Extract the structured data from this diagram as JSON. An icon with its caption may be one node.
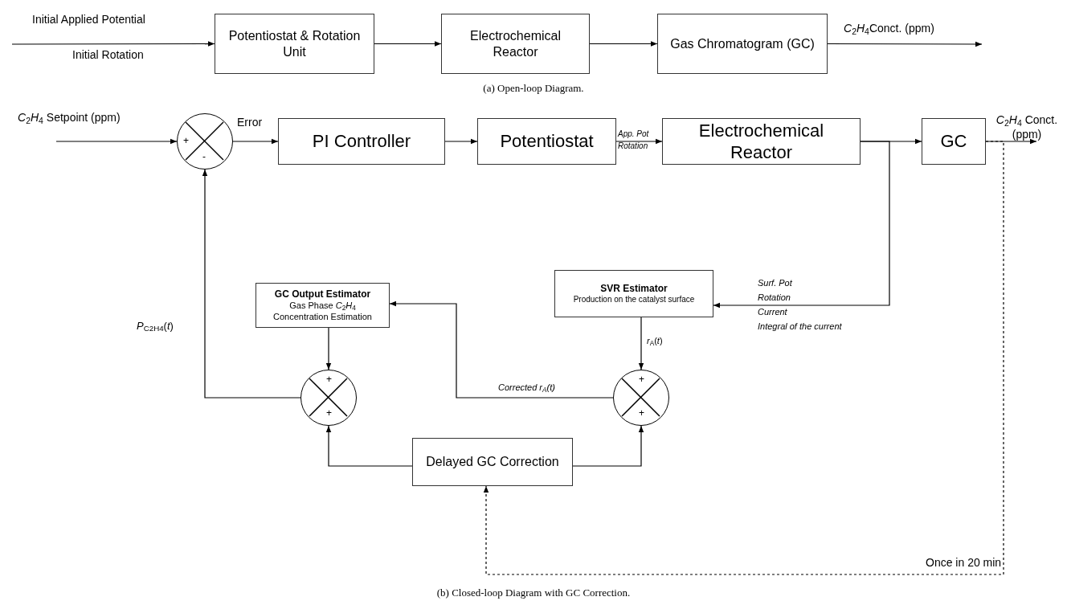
{
  "diagram": {
    "nodes": [
      {
        "text": [
          "Potentiostat & Rotation Unit"
        ]
      },
      {
        "text": [
          "Electrochemical Reactor"
        ]
      },
      {
        "text": [
          "Gas Chromatogram (GC)"
        ]
      },
      {
        "text": [
          "+",
          "-"
        ]
      },
      {
        "text": [
          "PI Controller"
        ]
      },
      {
        "text": [
          "Potentiostat"
        ]
      },
      {
        "text": [
          "Electrochemical Reactor"
        ]
      },
      {
        "text": [
          "GC"
        ]
      },
      {
        "text": [
          "GC Output Estimator",
          "Gas Phase *C*$_{2}$*H*$_{4}$ Concentration Estimation"
        ]
      },
      {
        "text": [
          "SVR Estimator",
          "Production on  the catalyst surface"
        ]
      },
      {
        "text": [
          "+",
          "+"
        ]
      },
      {
        "text": [
          "+",
          "+"
        ]
      },
      {
        "text": [
          "Delayed GC Correction"
        ]
      }
    ],
    "edges": [
      {
        "from": null,
        "to": 0,
        "arrow": "to",
        "label": "Initial Applied Potential"
      },
      {
        "from": 0,
        "to": 1,
        "arrow": "to"
      },
      {
        "from": 1,
        "to": 2,
        "arrow": "to"
      },
      {
        "from": 2,
        "to": null,
        "arrow": "to",
        "label": "*C*$_{2}$*H*$_{4}$Conct. (ppm)"
      },
      {
        "from": null,
        "to": 3,
        "arrow": "to",
        "label": "*C*$_{2}$*H*$_{4}$ Setpoint (ppm)"
      },
      {
        "from": 3,
        "to": 4,
        "arrow": "to",
        "label": "Error"
      },
      {
        "from": 4,
        "to": 5,
        "arrow": "to"
      },
      {
        "from": 5,
        "to": 6,
        "arrow": "to",
        "label": "App. Pot"
      },
      {
        "from": 6,
        "to": 7,
        "arrow": "to"
      },
      {
        "from": 7,
        "to": null,
        "arrow": "to",
        "label": "*C*$_{2}$*H*$_{4}$ Conct. (ppm)"
      },
      {
        "from": 6,
        "to": 9,
        "arrow": "to",
        "label": "Surf. Pot"
      },
      {
        "from": 9,
        "to": 11,
        "arrow": "to",
        "label": "*r*$_{A}$(*t*)"
      },
      {
        "from": 11,
        "to": 8,
        "arrow": "to",
        "label": "Corrected *r*$_{A}$(*t*)"
      },
      {
        "from": 8,
        "to": 10,
        "arrow": "to"
      },
      {
        "from": 10,
        "to": 3,
        "arrow": "to",
        "label": "*P*$_{C2H4}$(*t*)"
      },
      {
        "from": 12,
        "to": 10,
        "arrow": "to"
      },
      {
        "from": 12,
        "to": 11,
        "arrow": "to"
      },
      {
        "from": 7,
        "to": 12,
        "arrow": "to",
        "label": "Once in 20 min",
        "style": "dashed"
      }
    ],
    "labels": [
      "Initial Rotation",
      "Rotation",
      "Rotation",
      "Current",
      "Integral of the current",
      "(a) Open-loop Diagram.",
      "(b) Closed-loop Diagram with GC Correction."
    ]
  }
}
